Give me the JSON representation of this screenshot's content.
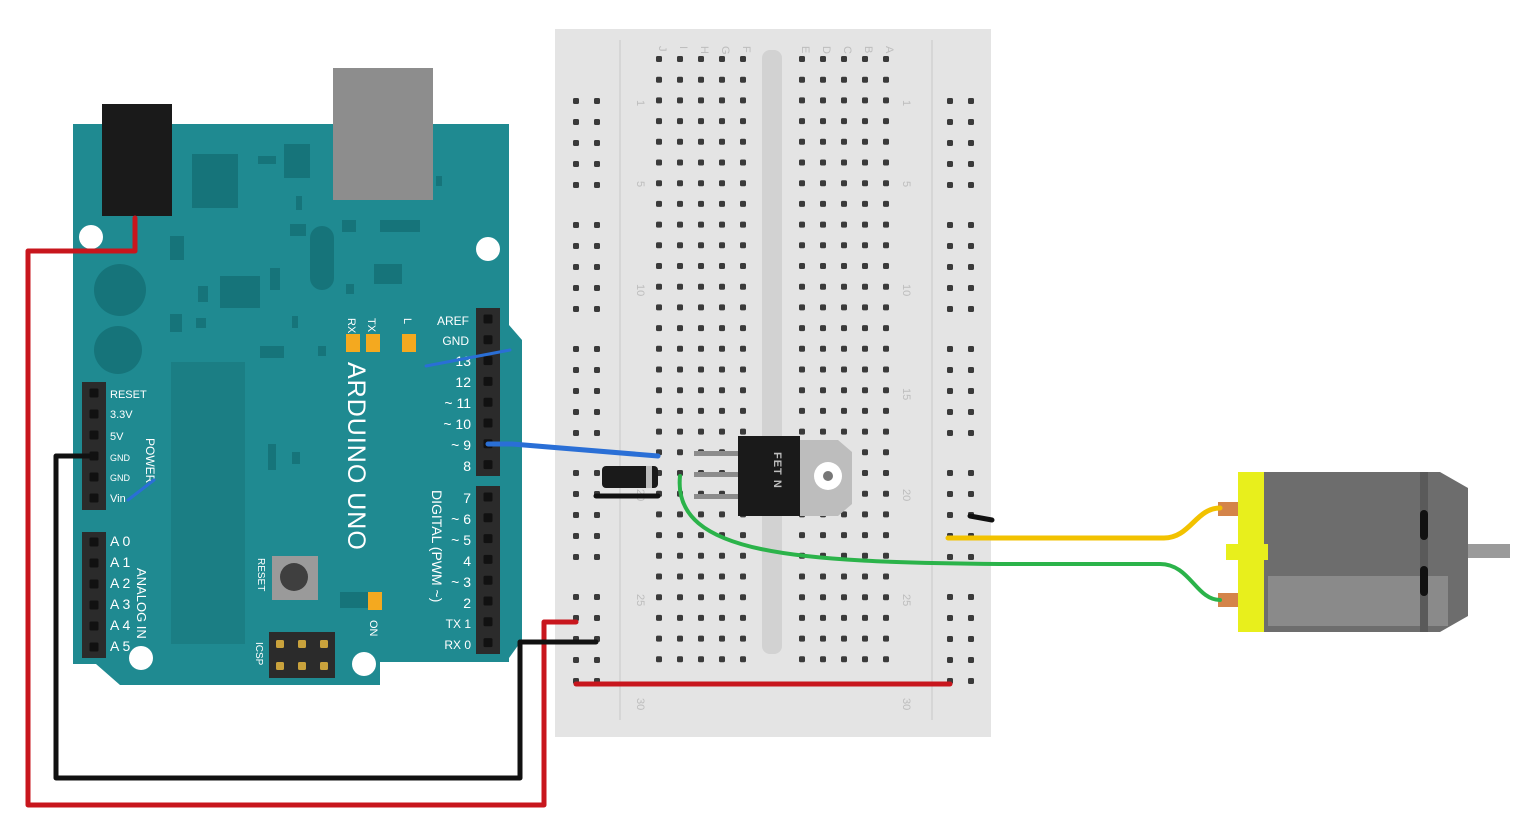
{
  "board": {
    "name": "ARDUINO UNO",
    "pin_labels": {
      "aref": "AREF",
      "gnd": "GND",
      "d13": "13",
      "d12": "12",
      "d11": "~ 11",
      "d10": "~ 10",
      "d9": "~ 9",
      "d8": "8",
      "d7": "7",
      "d6": "~ 6",
      "d5": "~ 5",
      "d4": "4",
      "d3": "~ 3",
      "d2": "2",
      "tx1": "TX  1",
      "rx0": "RX  0"
    },
    "power_labels": [
      "RESET",
      "3.3V",
      "5V",
      "GND",
      "GND",
      "Vin"
    ],
    "power_section": "POWER",
    "analog_labels": [
      "A 0",
      "A 1",
      "A 2",
      "A 3",
      "A 4",
      "A 5"
    ],
    "analog_section": "ANALOG IN",
    "digital_section": "DIGITAL  (PWM ~)",
    "leds": {
      "rx": "RX",
      "tx": "TX",
      "l": "L",
      "on": "ON"
    },
    "reset_label": "RESET",
    "icsp_label": "ICSP"
  },
  "breadboard": {
    "left_columns": [
      "J",
      "I",
      "H",
      "G",
      "F"
    ],
    "right_columns": [
      "E",
      "D",
      "C",
      "B",
      "A"
    ],
    "row_numbers": [
      "1",
      "5",
      "10",
      "15",
      "20",
      "25",
      "30"
    ]
  },
  "transistor": {
    "label": "FET N"
  },
  "colors": {
    "board": "#1f8a91",
    "board_dark": "#16747a",
    "header": "#2b2b2b",
    "breadboard": "#e4e4e4",
    "hole": "#3a3a3a",
    "wire_red": "#c8161d",
    "wire_black": "#111111",
    "wire_blue": "#2a6fd6",
    "wire_green": "#2bb34a",
    "wire_yellow": "#f2c200",
    "motor_body": "#6d6d6d",
    "motor_cap": "#e8ef1c"
  }
}
